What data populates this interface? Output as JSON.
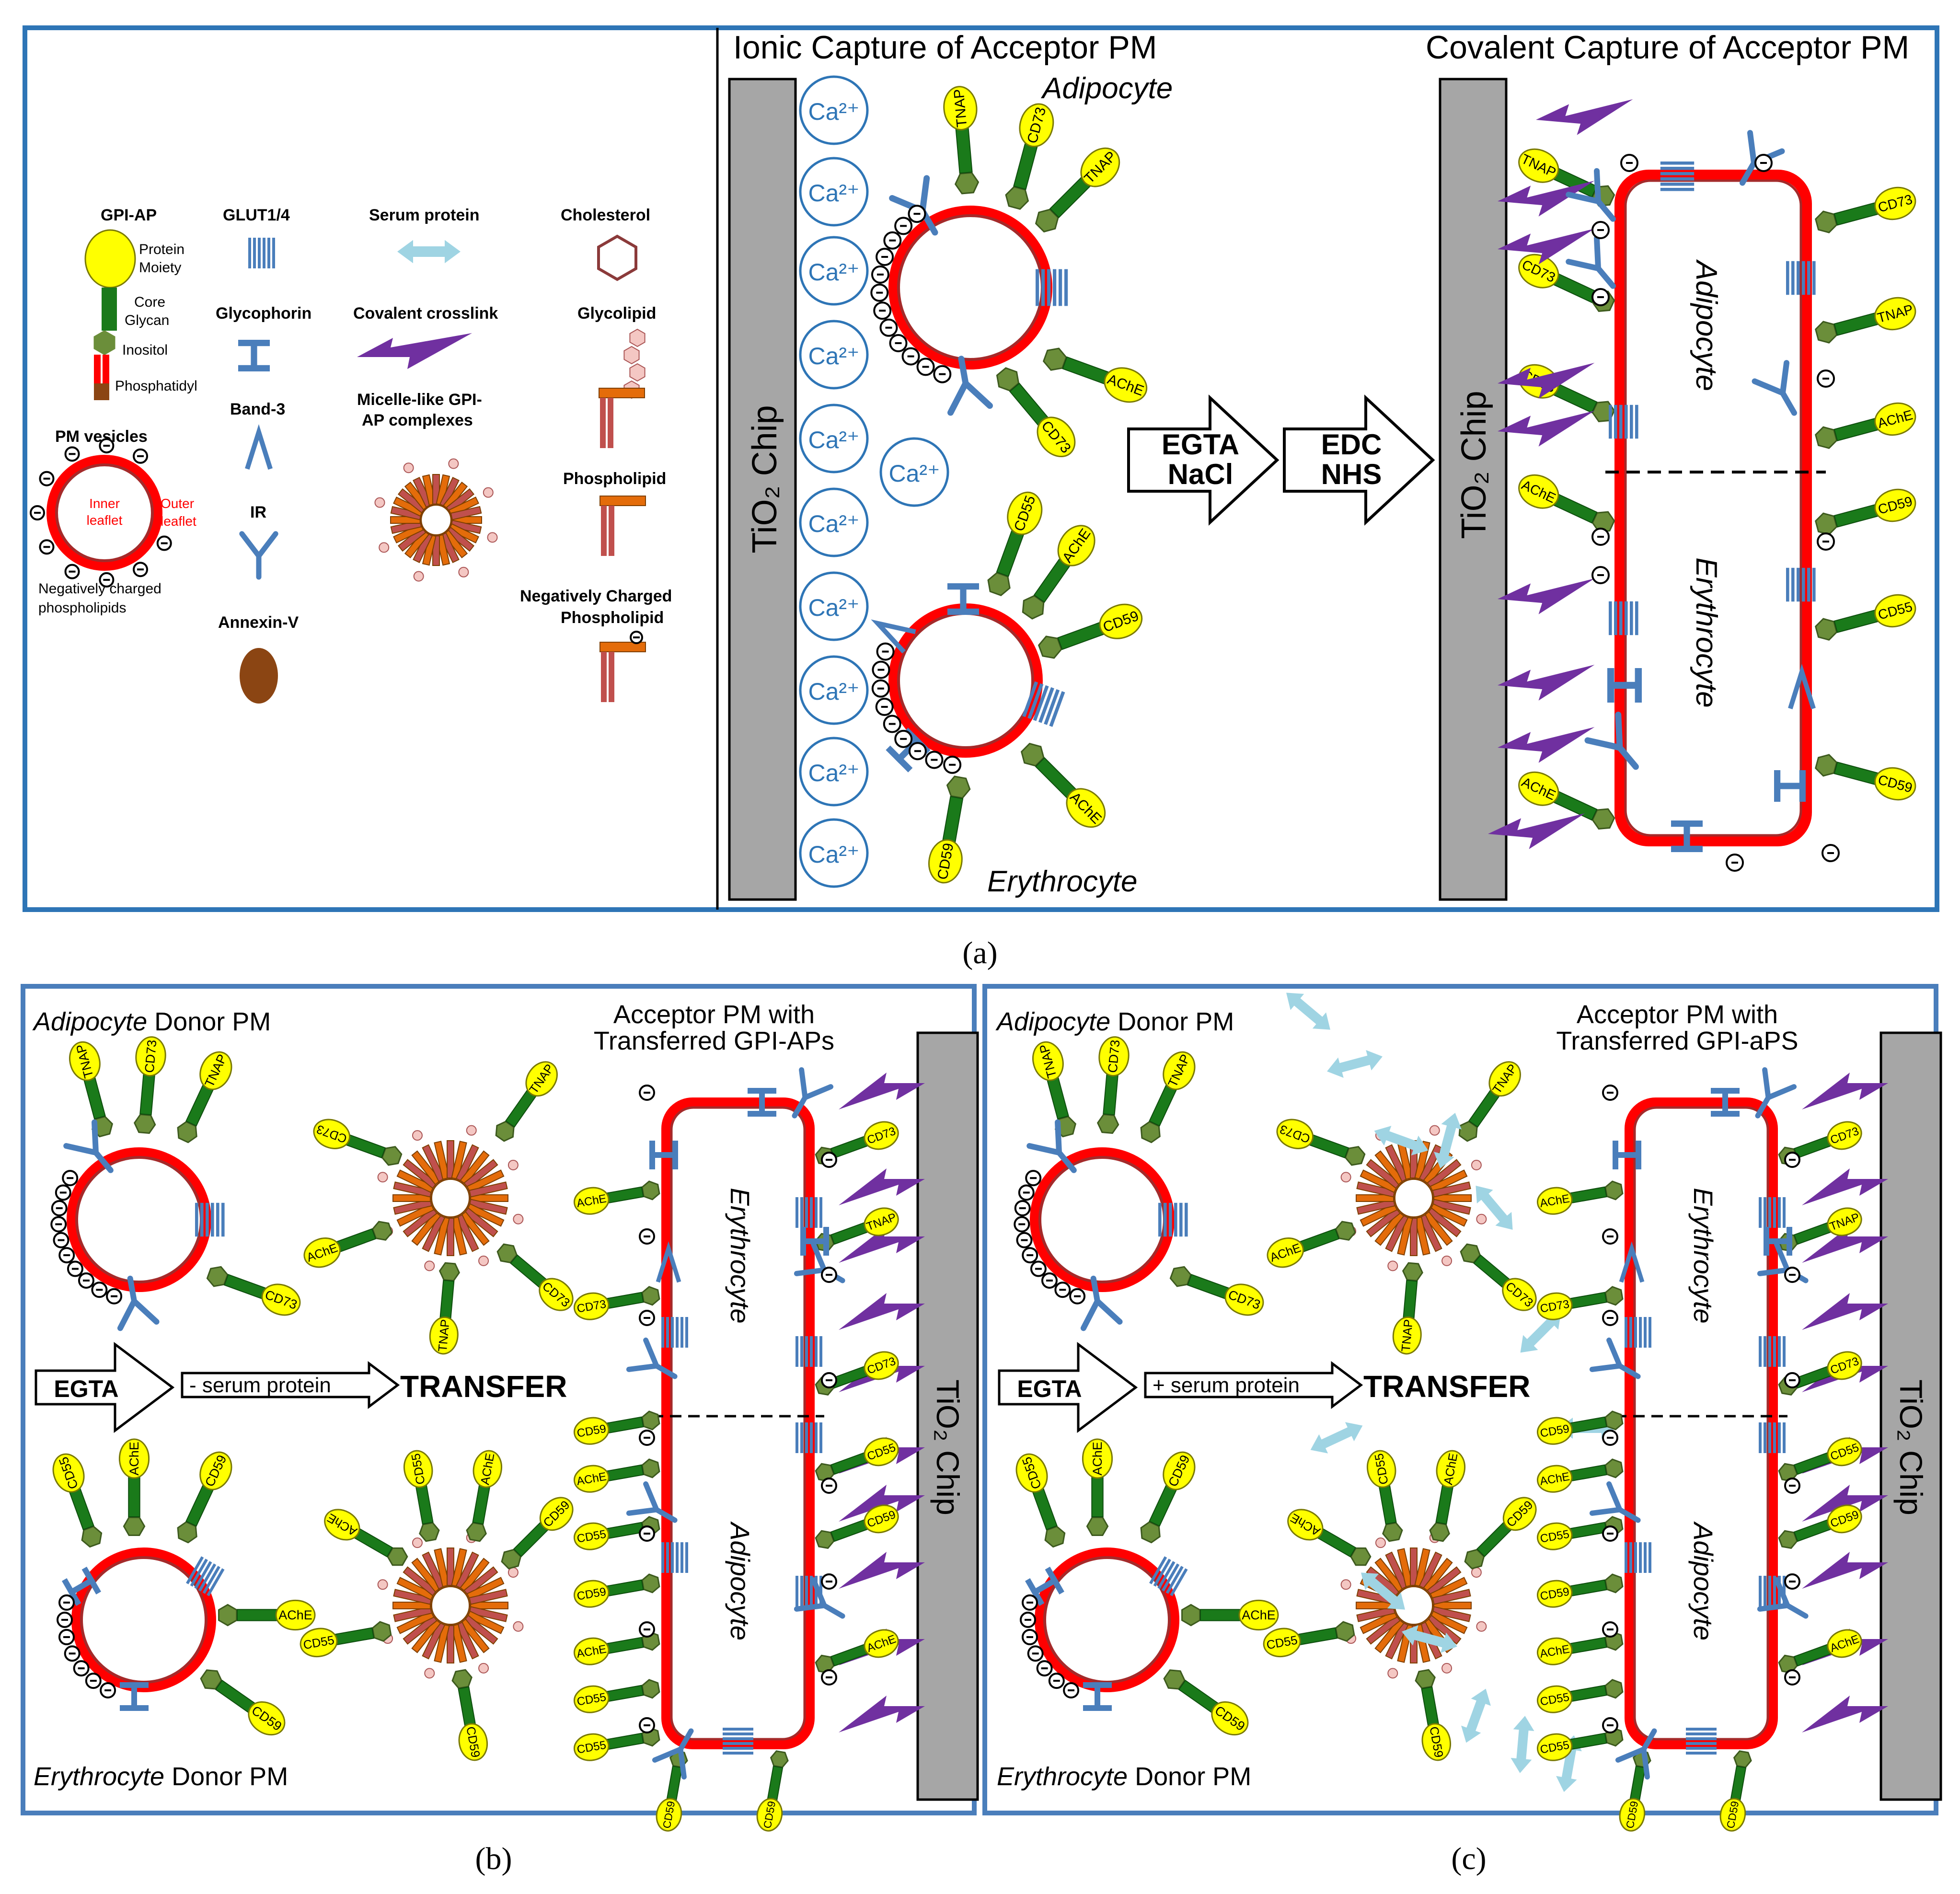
{
  "panel_a": {
    "caption": "(a)",
    "caption_letter": "a",
    "legend": {
      "gpi_ap": "GPI-AP",
      "protein_moiety_1": "Protein",
      "protein_moiety_2": "Moiety",
      "core_glycan_1": "Core",
      "core_glycan_2": "Glycan",
      "inositol": "Inositol",
      "phosphatidyl": "Phosphatidyl",
      "pm_vesicles": "PM vesicles",
      "inner_leaflet_1": "Inner",
      "inner_leaflet_2": "leaflet",
      "outer_leaflet_1": "Outer",
      "outer_leaflet_2": "leaflet",
      "neg_charged_1": "Negatively charged",
      "neg_charged_2": "phospholipids",
      "glut": "GLUT1/4",
      "glycophorin": "Glycophorin",
      "band3": "Band-3",
      "ir": "IR",
      "annexin": "Annexin-V",
      "serum_protein": "Serum protein",
      "covalent_crosslink": "Covalent crosslink",
      "micelle_1": "Micelle-like GPI-",
      "micelle_2": "AP complexes",
      "cholesterol": "Cholesterol",
      "glycolipid": "Glycolipid",
      "phospholipid": "Phospholipid",
      "neg_phospholipid_1": "Negatively Charged",
      "neg_phospholipid_2": "Phospholipid"
    },
    "ionic_title": "Ionic Capture of Acceptor PM",
    "covalent_title": "Covalent Capture of Acceptor PM",
    "chip_label": "TiO₂ Chip",
    "ca_label": "Ca²⁺",
    "adipocyte": "Adipocyte",
    "erythrocyte": "Erythrocyte",
    "arrow1_line1": "EGTA",
    "arrow1_line2": "NaCl",
    "arrow2_line1": "EDC",
    "arrow2_line2": "NHS",
    "labels": {
      "tnap": "TNAP",
      "cd73": "CD73",
      "ache": "AChE",
      "cd55": "CD55",
      "cd59": "CD59"
    }
  },
  "panel_b": {
    "caption": "(b)",
    "caption_letter": "b",
    "adipocyte_donor_italic": "Adipocyte",
    "adipocyte_donor_rest": " Donor PM",
    "erythrocyte_donor_italic": "Erythrocyte",
    "erythrocyte_donor_rest": " Donor PM",
    "acceptor_title_1": "Acceptor PM with",
    "acceptor_title_2": "Transferred GPI-APs",
    "egta": "EGTA",
    "serum": "- serum protein",
    "transfer": "TRANSFER",
    "upper_cell": "Erythrocyte",
    "lower_cell": "Adipocyte",
    "chip_label": "TiO₂ Chip"
  },
  "panel_c": {
    "caption": "(c)",
    "caption_letter": "c",
    "adipocyte_donor_italic": "Adipocyte",
    "adipocyte_donor_rest": " Donor PM",
    "erythrocyte_donor_italic": "Erythrocyte",
    "erythrocyte_donor_rest": " Donor PM",
    "acceptor_title_1": "Acceptor PM with",
    "acceptor_title_2": "Transferred GPI-aPS",
    "egta": "EGTA",
    "serum": "+ serum protein",
    "transfer": "TRANSFER",
    "upper_cell": "Erythrocyte",
    "lower_cell": "Adipocyte",
    "chip_label": "TiO₂ Chip"
  },
  "colors": {
    "frame": "#2e75b6",
    "frame_bc": "#4a7ebb",
    "membrane": "#ff0000",
    "membrane_inner": "#a52a2a",
    "protein": "#ffff00",
    "glycan": "#1a7a1a",
    "inositol": "#6b8e3a",
    "receptor": "#4a7ebb",
    "crosslink": "#7030a0",
    "serum": "#9fd4e3",
    "chip": "#a6a6a6",
    "annexin": "#8b4513"
  }
}
